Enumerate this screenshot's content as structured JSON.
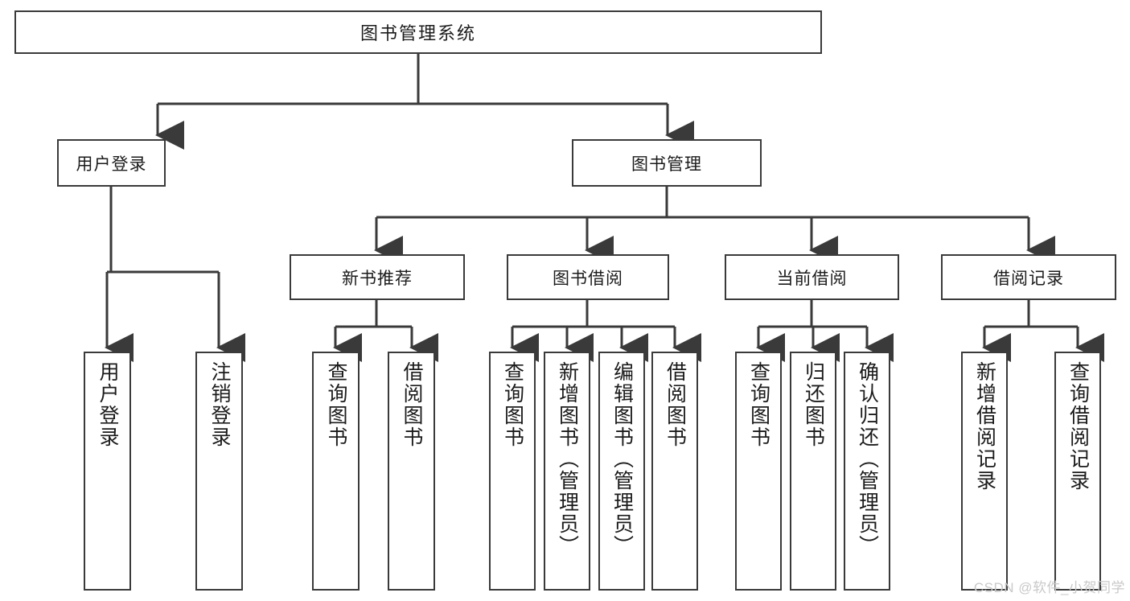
{
  "diagram": {
    "title": "图书管理系统",
    "type": "tree-hierarchy-diagram",
    "root": {
      "label": "图书管理系统"
    },
    "level2": [
      {
        "label": "用户登录"
      },
      {
        "label": "图书管理"
      }
    ],
    "level3": [
      {
        "label": "新书推荐"
      },
      {
        "label": "图书借阅"
      },
      {
        "label": "当前借阅"
      },
      {
        "label": "借阅记录"
      }
    ],
    "leaves": {
      "user_login": [
        {
          "label": "用户登录"
        },
        {
          "label": "注销登录"
        }
      ],
      "new_book_recommend": [
        {
          "label": "查询图书"
        },
        {
          "label": "借阅图书"
        }
      ],
      "book_borrow": [
        {
          "label": "查询图书"
        },
        {
          "label": "新增图书（管理员）"
        },
        {
          "label": "编辑图书（管理员）"
        },
        {
          "label": "借阅图书"
        }
      ],
      "current_borrow": [
        {
          "label": "查询图书"
        },
        {
          "label": "归还图书"
        },
        {
          "label": "确认归还（管理员）"
        }
      ],
      "borrow_record": [
        {
          "label": "新增借阅记录"
        },
        {
          "label": "查询借阅记录"
        }
      ]
    }
  },
  "watermark": {
    "text": "CSDN @软件_小贺同学"
  },
  "colors": {
    "box_border": "#3a3a3a",
    "box_fill": "#ffffff",
    "line": "#3a3a3a",
    "text": "#1b1b1b",
    "watermark": "#c9c9c9"
  }
}
